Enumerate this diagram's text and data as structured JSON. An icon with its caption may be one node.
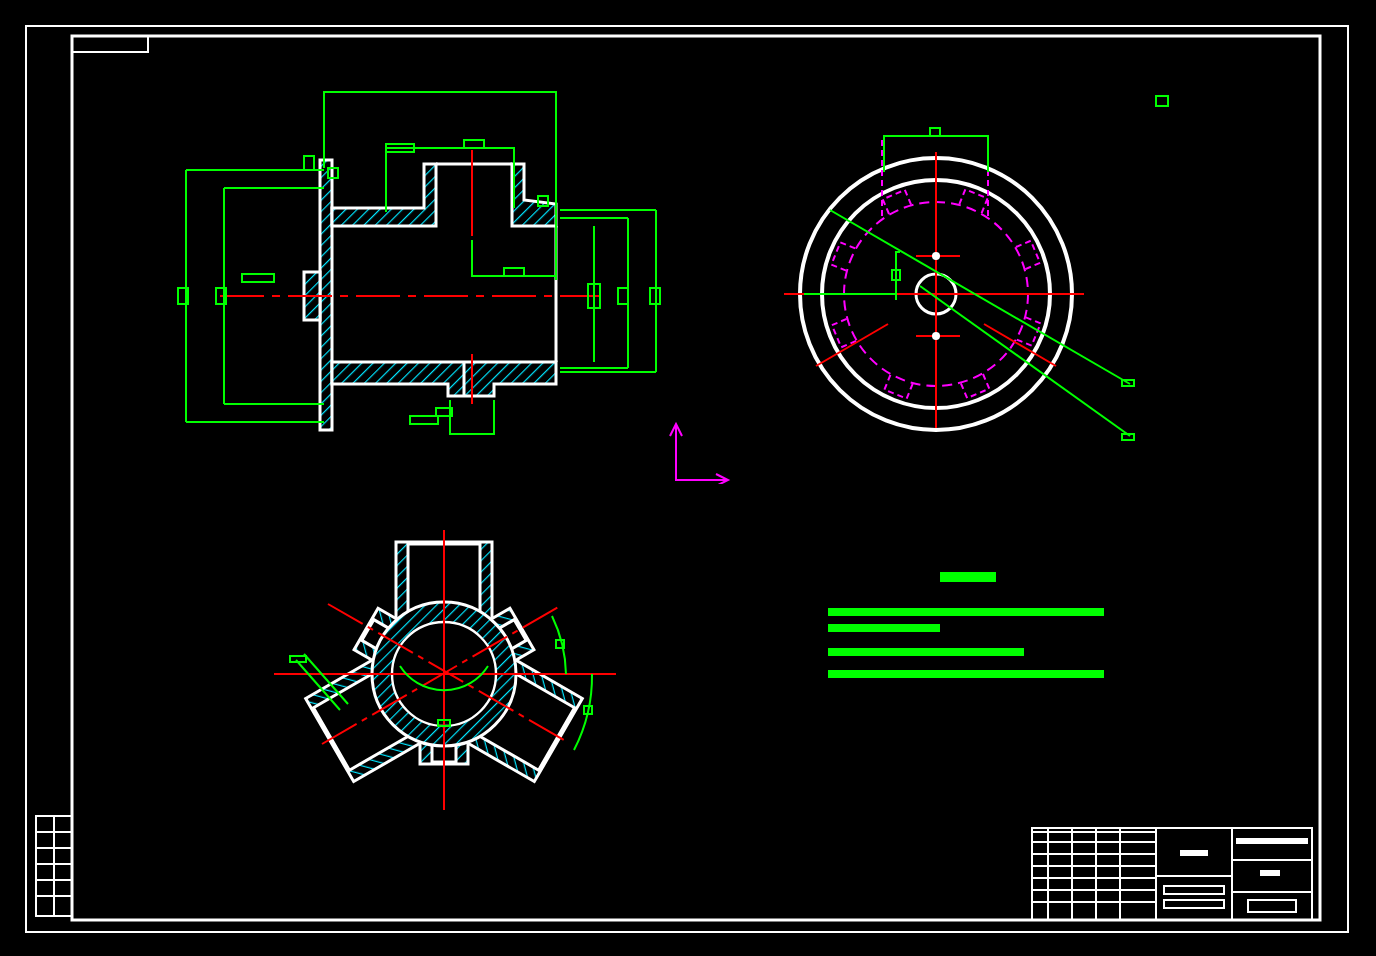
{
  "diagram": {
    "nodes": [
      {
        "text": [],
        "shape": "picture"
      },
      {
        "text": [],
        "shape": "picture"
      },
      {
        "text": [],
        "shape": "picture"
      },
      {
        "text": [],
        "shape": "box"
      },
      {
        "text": [],
        "shape": "box"
      }
    ]
  }
}
